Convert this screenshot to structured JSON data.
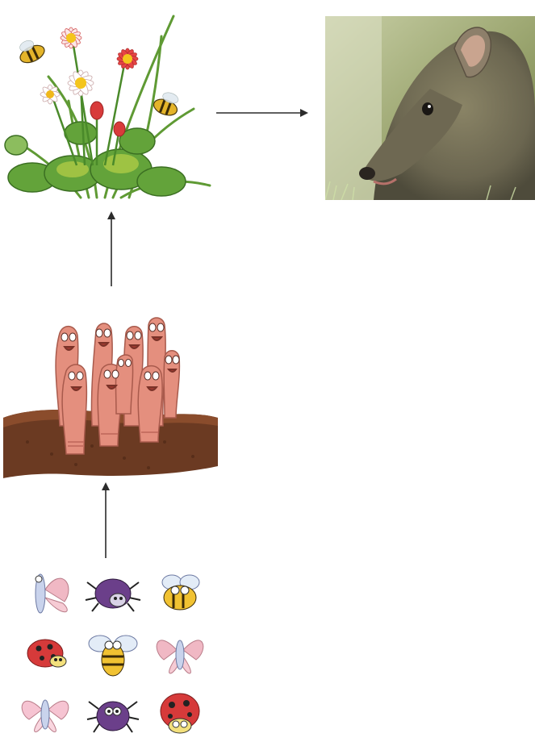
{
  "diagram": {
    "nodes": [
      {
        "id": "plants",
        "icon": "flowering-plants-with-bees"
      },
      {
        "id": "bandicoot",
        "icon": "bandicoot-photo"
      },
      {
        "id": "worms",
        "icon": "earthworms-in-soil"
      },
      {
        "id": "insects",
        "icon": "cartoon-insects-grid"
      }
    ],
    "edges": [
      {
        "from": "insects",
        "to": "worms"
      },
      {
        "from": "worms",
        "to": "plants"
      },
      {
        "from": "plants",
        "to": "bandicoot"
      }
    ],
    "colors": {
      "arrow": "#2b2b2b",
      "soil": "#6b3a22",
      "worm": "#e48f7e",
      "leaf": "#4f8f2e",
      "fur": "#6f6a52"
    }
  }
}
